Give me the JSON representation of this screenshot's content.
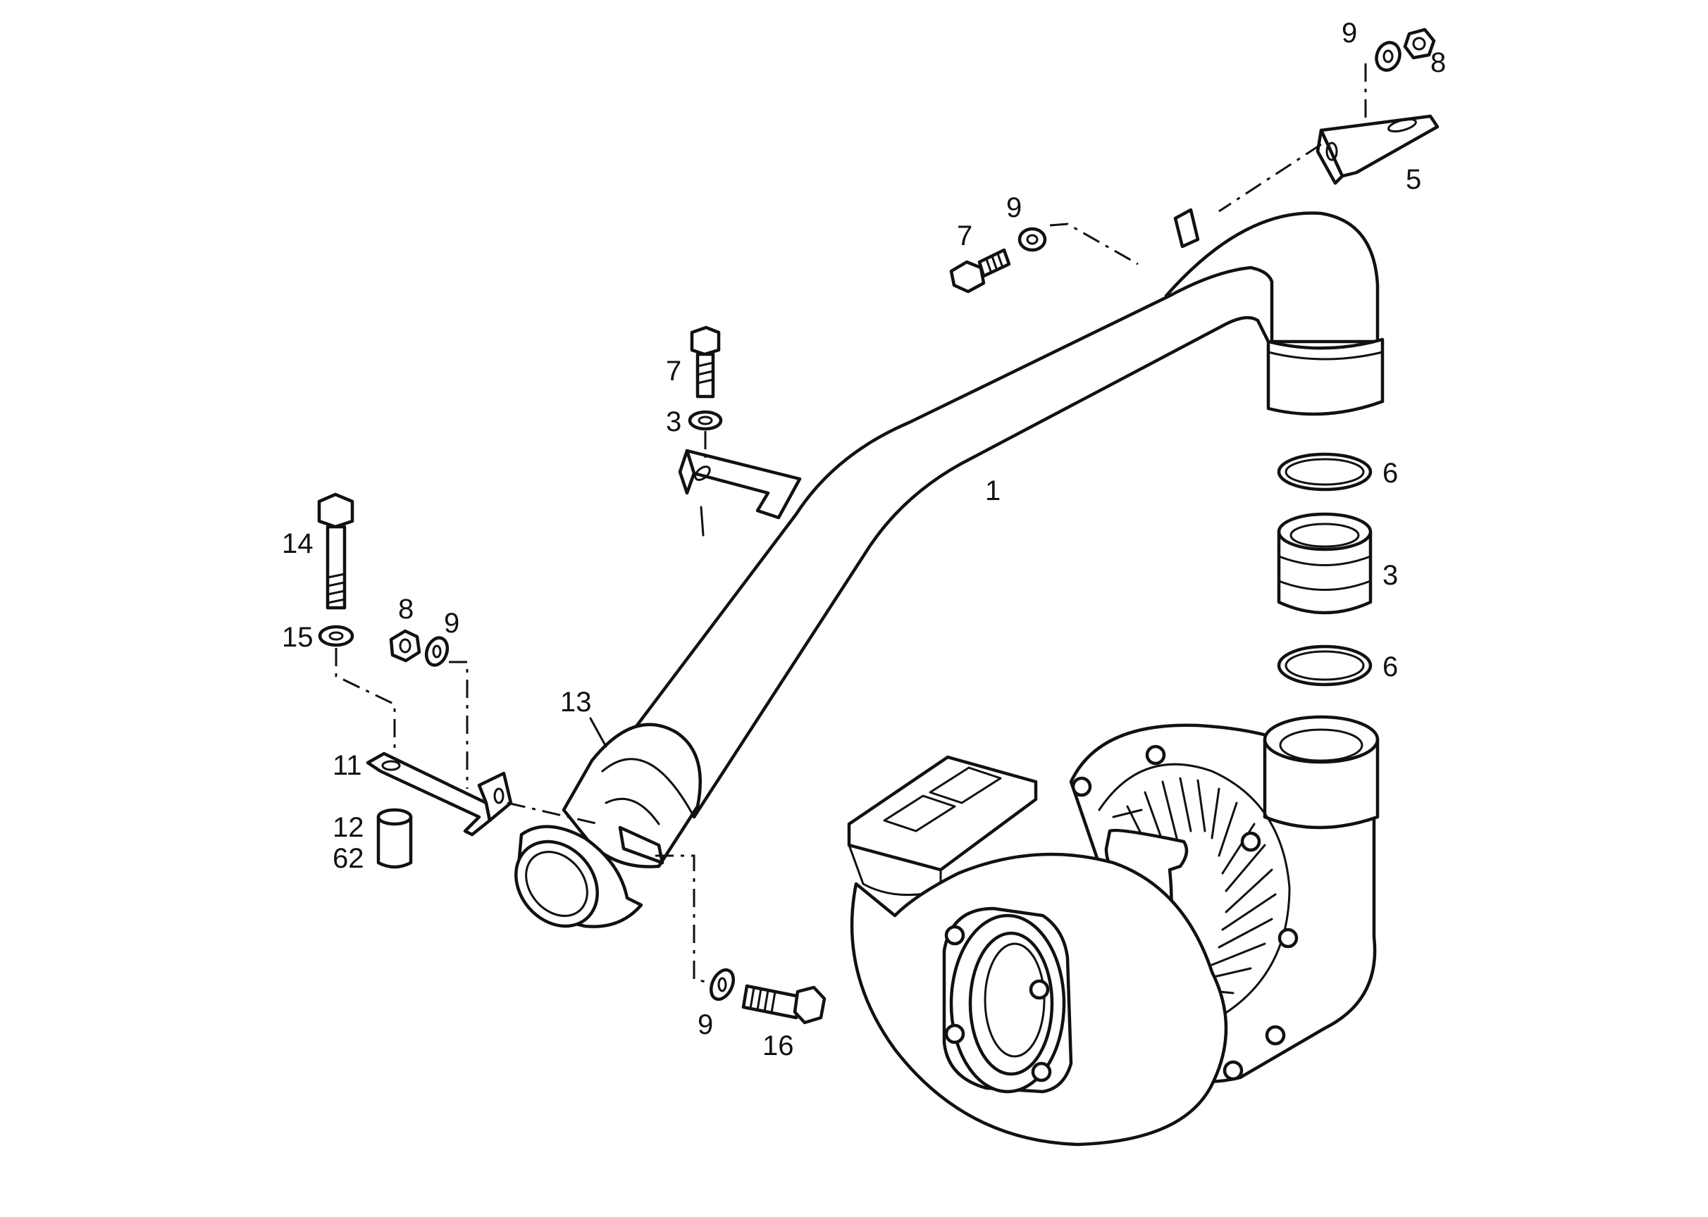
{
  "diagram": {
    "callouts": [
      {
        "id": "c-9-top",
        "text": "9"
      },
      {
        "id": "c-8-top",
        "text": "8"
      },
      {
        "id": "c-5",
        "text": "5"
      },
      {
        "id": "c-9-mid",
        "text": "9"
      },
      {
        "id": "c-7-mid",
        "text": "7"
      },
      {
        "id": "c-7-left",
        "text": "7"
      },
      {
        "id": "c-3-left",
        "text": "3"
      },
      {
        "id": "c-1",
        "text": "1"
      },
      {
        "id": "c-6-upper",
        "text": "6"
      },
      {
        "id": "c-3-right",
        "text": "3"
      },
      {
        "id": "c-6-lower",
        "text": "6"
      },
      {
        "id": "c-14",
        "text": "14"
      },
      {
        "id": "c-15",
        "text": "15"
      },
      {
        "id": "c-8-left",
        "text": "8"
      },
      {
        "id": "c-9-left",
        "text": "9"
      },
      {
        "id": "c-13",
        "text": "13"
      },
      {
        "id": "c-11",
        "text": "11"
      },
      {
        "id": "c-12",
        "text": "12"
      },
      {
        "id": "c-62",
        "text": "62"
      },
      {
        "id": "c-9-bottom",
        "text": "9"
      },
      {
        "id": "c-16",
        "text": "16"
      }
    ]
  }
}
